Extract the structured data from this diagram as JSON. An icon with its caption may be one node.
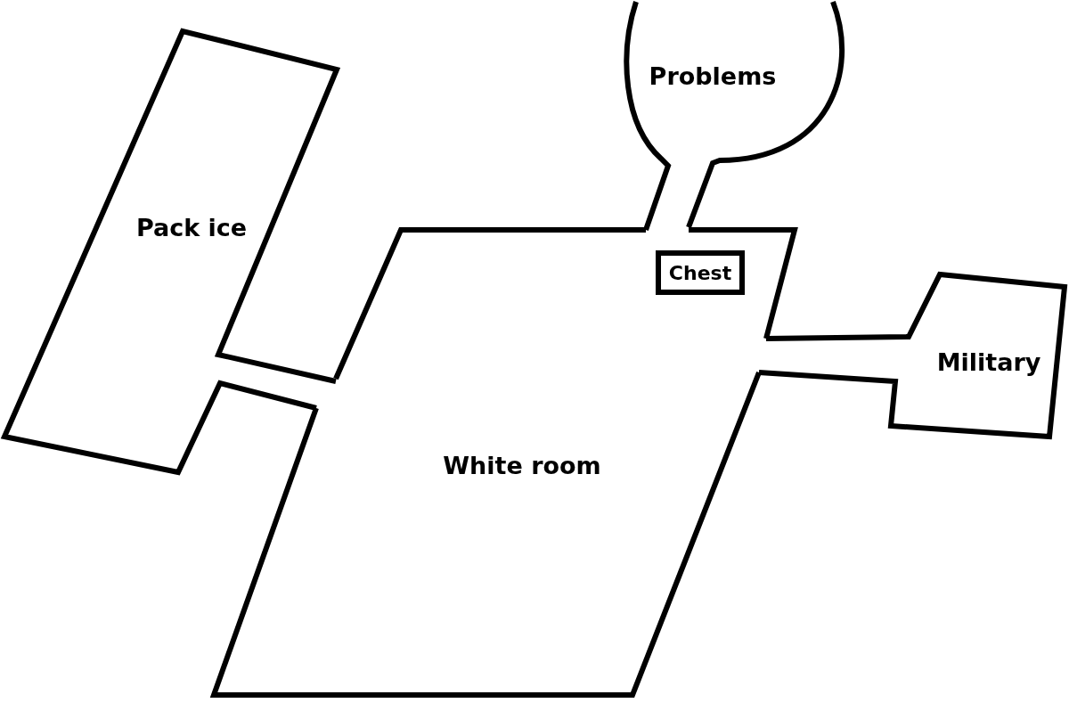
{
  "diagram": {
    "nodes": [
      {
        "text": [
          "Problems"
        ]
      },
      {
        "text": [
          "Pack ice"
        ]
      },
      {
        "text": [
          "White room"
        ]
      },
      {
        "text": [
          "Chest"
        ],
        "in": 2
      },
      {
        "text": [
          "Military"
        ]
      }
    ]
  }
}
